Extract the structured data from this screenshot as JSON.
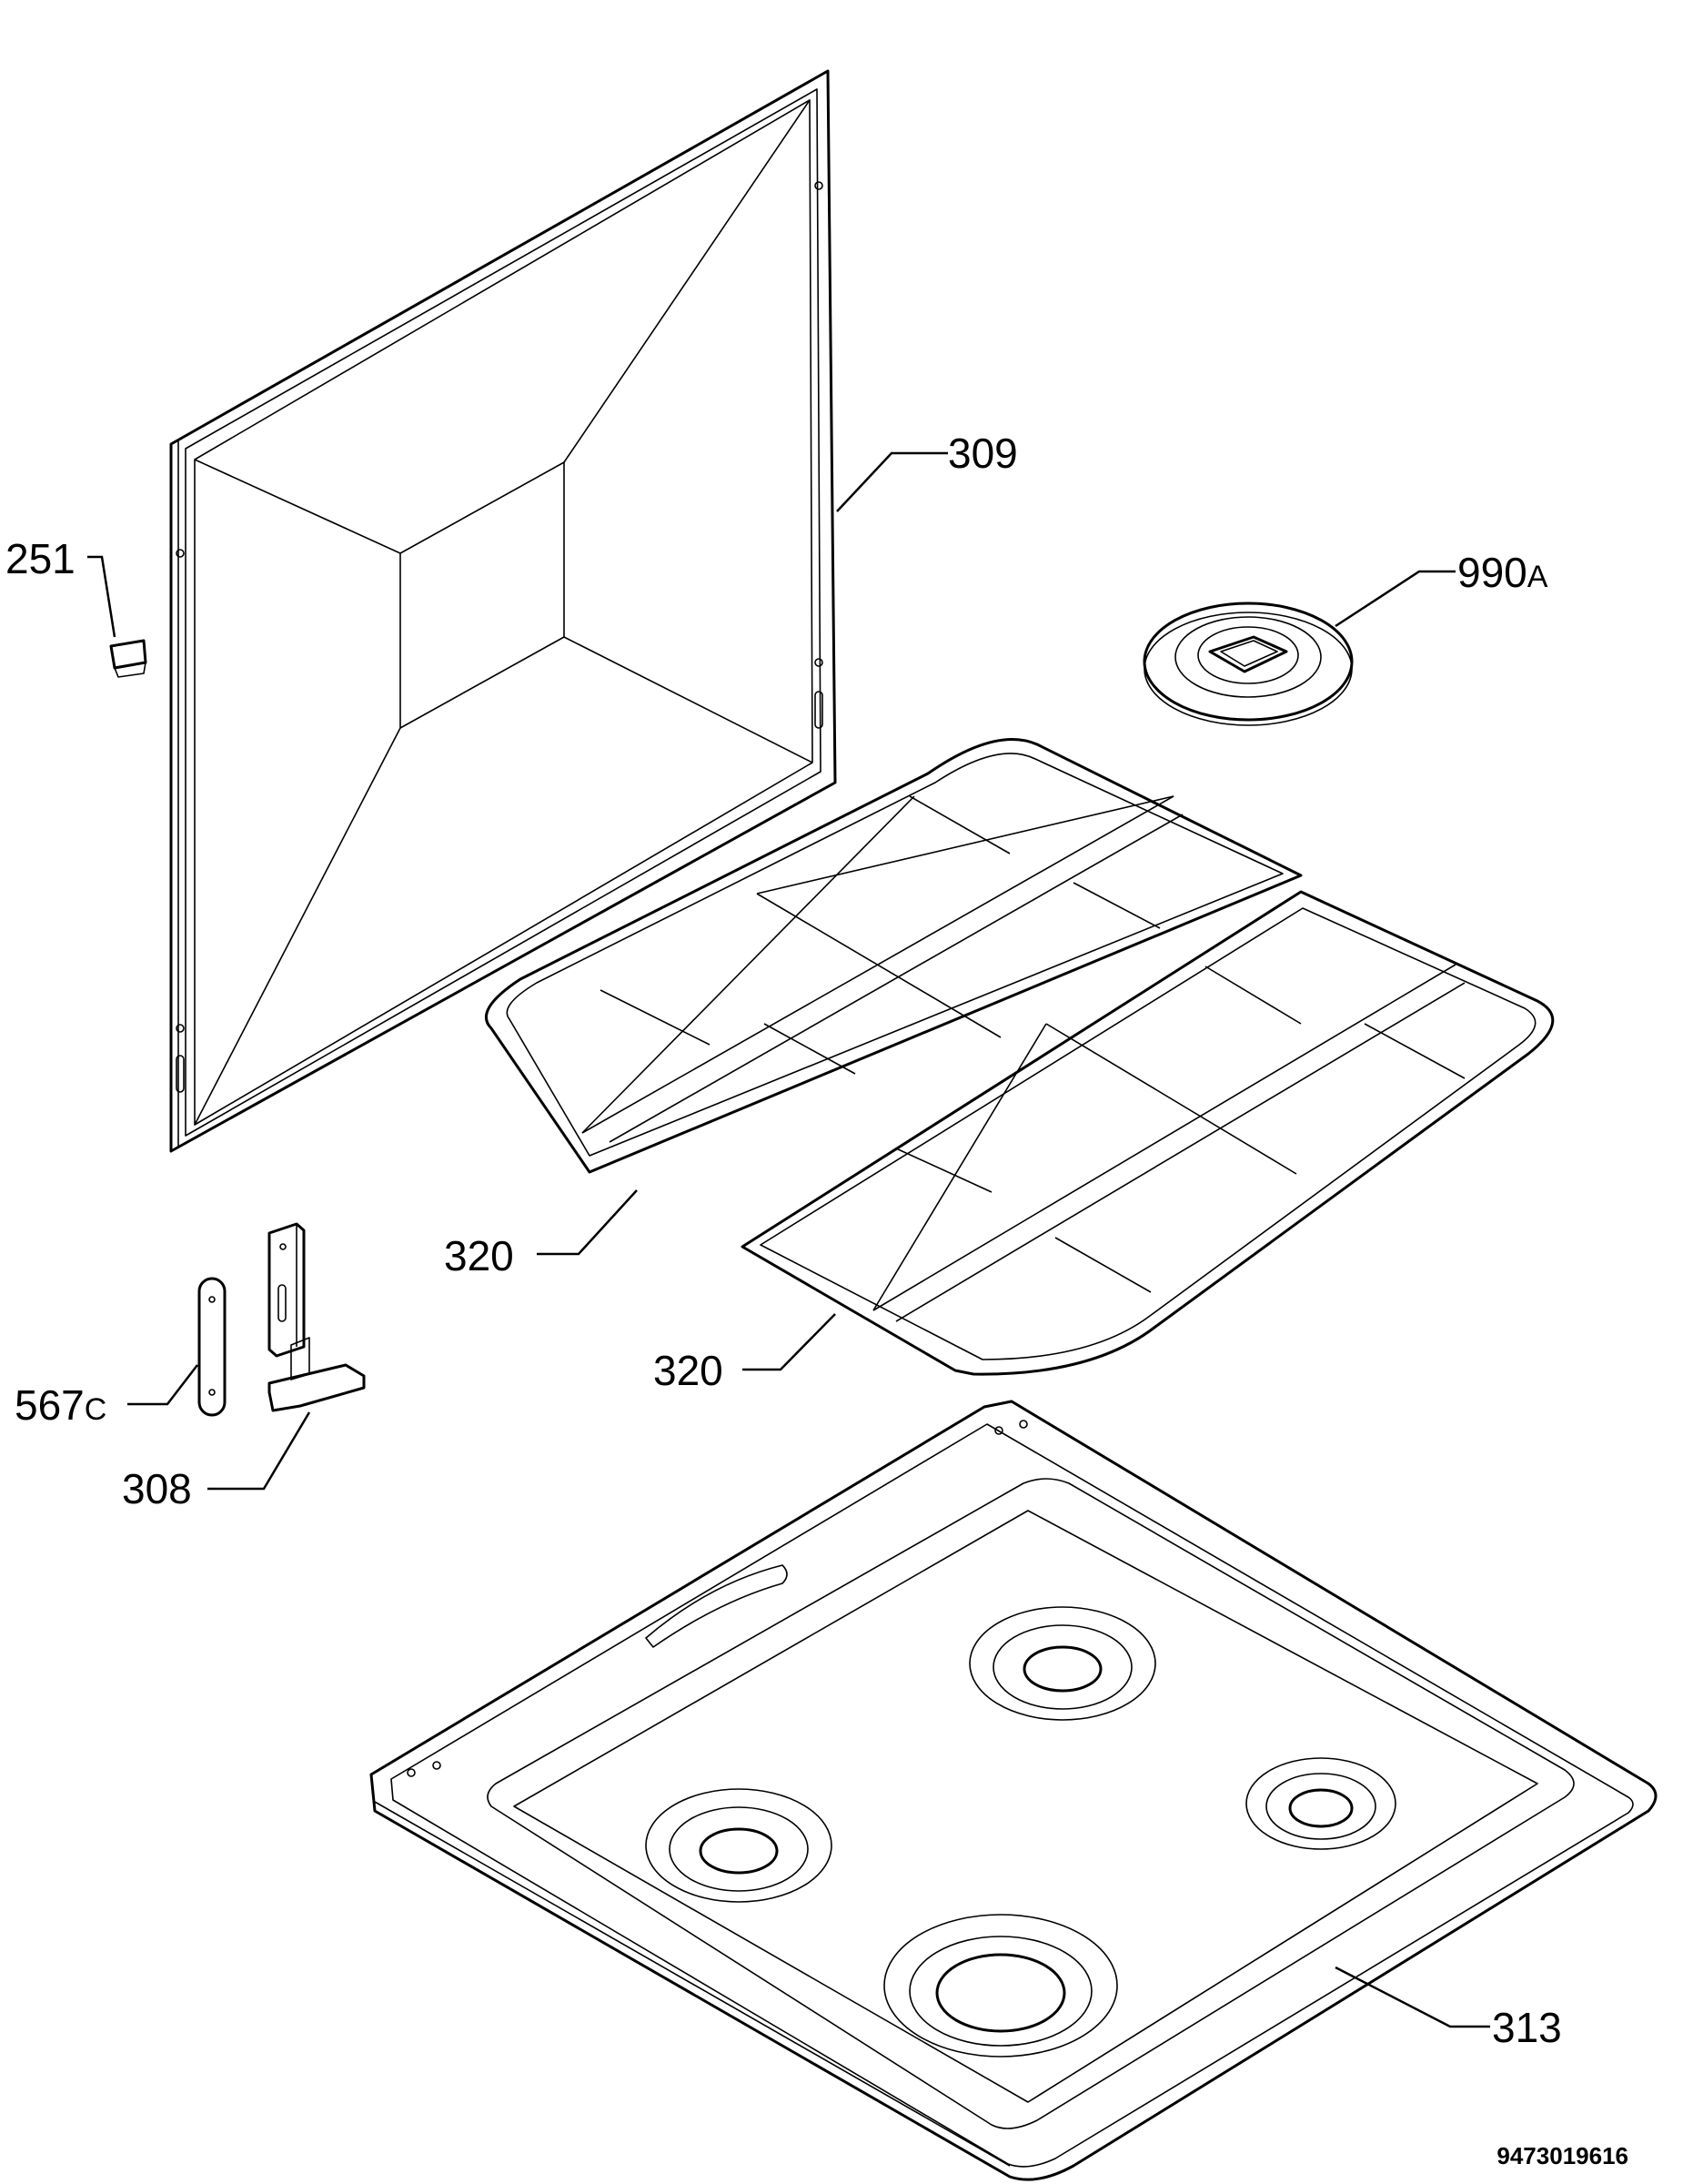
{
  "labels": {
    "p309": "309",
    "p251": "251",
    "p990": "990",
    "p990_suffix": "A",
    "p320_upper": "320",
    "p320_lower": "320",
    "p567": "567",
    "p567_suffix": "C",
    "p308": "308",
    "p313": "313"
  },
  "document_number": "9473019616"
}
